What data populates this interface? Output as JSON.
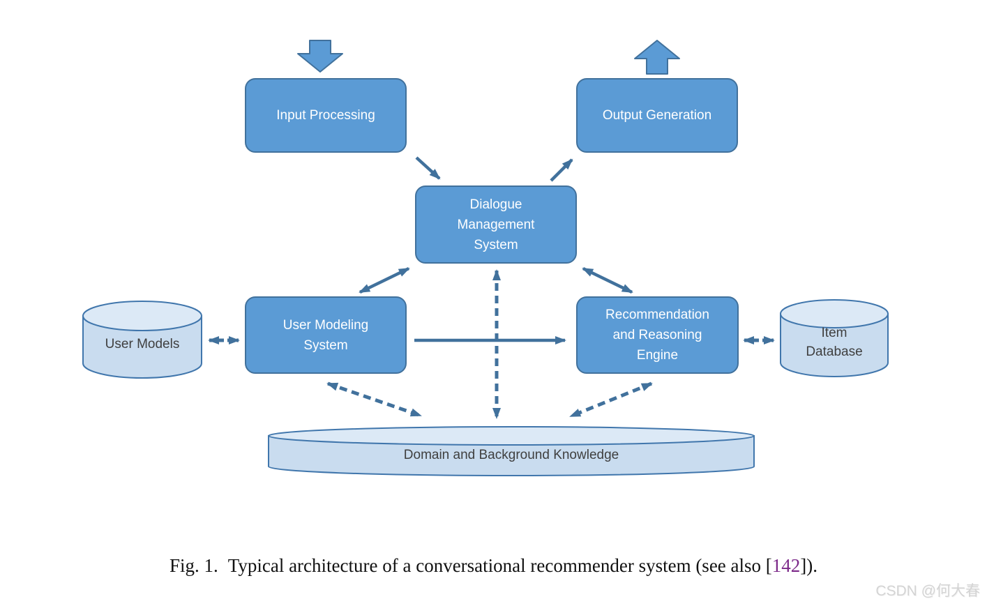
{
  "figure": {
    "nodes": {
      "input_processing": {
        "label": "Input Processing",
        "shape": "rounded-box"
      },
      "output_generation": {
        "label": "Output Generation",
        "shape": "rounded-box"
      },
      "dialogue_management": {
        "label": "Dialogue Management System",
        "shape": "rounded-box"
      },
      "user_modeling": {
        "label": "User Modeling System",
        "shape": "rounded-box"
      },
      "recommendation_engine": {
        "label": "Recommendation and Reasoning Engine",
        "shape": "rounded-box"
      },
      "user_models": {
        "label": "User Models",
        "shape": "cylinder"
      },
      "item_database": {
        "label": "Item Database",
        "shape": "cylinder"
      },
      "domain_knowledge": {
        "label": "Domain and Background Knowledge",
        "shape": "wide-cylinder"
      }
    },
    "edges": [
      {
        "from": "external-input",
        "to": "input_processing",
        "line": "block-arrow",
        "direction": "down"
      },
      {
        "from": "output_generation",
        "to": "external-output",
        "line": "block-arrow",
        "direction": "up"
      },
      {
        "from": "input_processing",
        "to": "dialogue_management",
        "line": "solid",
        "arrows": "single"
      },
      {
        "from": "dialogue_management",
        "to": "output_generation",
        "line": "solid",
        "arrows": "single"
      },
      {
        "from": "user_modeling",
        "to": "dialogue_management",
        "line": "solid",
        "arrows": "double"
      },
      {
        "from": "dialogue_management",
        "to": "recommendation_engine",
        "line": "solid",
        "arrows": "double"
      },
      {
        "from": "user_modeling",
        "to": "recommendation_engine",
        "line": "solid",
        "arrows": "single"
      },
      {
        "from": "user_models",
        "to": "user_modeling",
        "line": "dashed",
        "arrows": "double"
      },
      {
        "from": "recommendation_engine",
        "to": "item_database",
        "line": "dashed",
        "arrows": "double"
      },
      {
        "from": "dialogue_management",
        "to": "domain_knowledge",
        "line": "dashed",
        "arrows": "double"
      },
      {
        "from": "user_modeling",
        "to": "domain_knowledge",
        "line": "dashed",
        "arrows": "double"
      },
      {
        "from": "recommendation_engine",
        "to": "domain_knowledge",
        "line": "dashed",
        "arrows": "double"
      }
    ],
    "colors": {
      "box_fill": "#5B9BD5",
      "box_border": "#41719C",
      "box_text": "#FFFFFF",
      "cylinder_fill": "#C9DCEF",
      "cylinder_top": "#DCE9F6",
      "cylinder_border": "#4076AC",
      "cylinder_text": "#3F3F3F",
      "arrow": "#41719C",
      "citation": "#7C2989"
    }
  },
  "caption": {
    "prefix": "Fig. 1.",
    "body_before": "Typical architecture of a conversational recommender system (see also [",
    "citation": "142",
    "body_after": "])."
  },
  "watermark": {
    "text": "CSDN @何大春"
  }
}
